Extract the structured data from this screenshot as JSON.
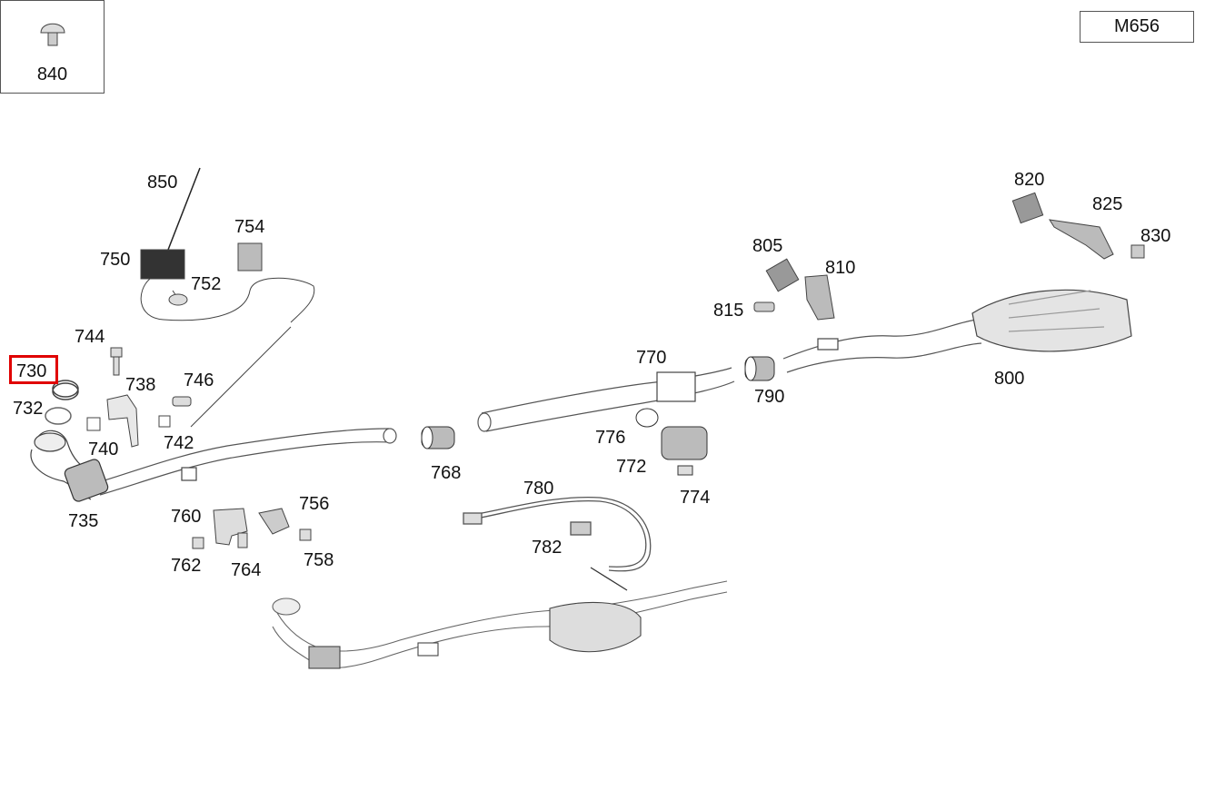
{
  "diagram": {
    "model_code": "M656",
    "inset_part": "840",
    "highlighted_part": "730",
    "highlight_color": "#e00000",
    "part_numbers": [
      "850",
      "750",
      "752",
      "754",
      "744",
      "730",
      "738",
      "746",
      "732",
      "740",
      "742",
      "735",
      "760",
      "756",
      "762",
      "764",
      "758",
      "768",
      "770",
      "776",
      "772",
      "774",
      "780",
      "782",
      "790",
      "805",
      "810",
      "815",
      "820",
      "825",
      "830",
      "800"
    ]
  }
}
